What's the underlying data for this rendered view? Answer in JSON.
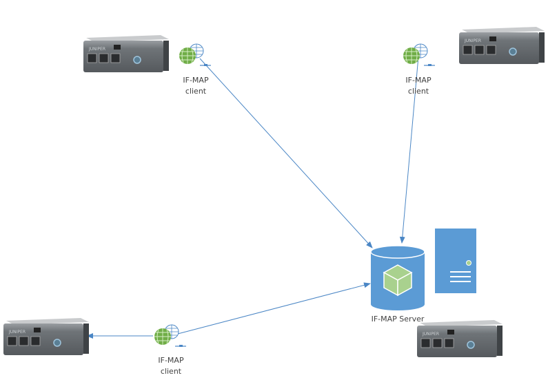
{
  "clients": [
    {
      "label_line1": "IF-MAP",
      "label_line2": "client"
    },
    {
      "label_line1": "IF-MAP",
      "label_line2": "client"
    },
    {
      "label_line1": "IF-MAP",
      "label_line2": "client"
    }
  ],
  "server": {
    "label": "IF-MAP Server"
  },
  "device_brand": "JUNIPER",
  "icons": {
    "client": "globe-network-icon",
    "server": "database-cube-icon",
    "host": "tower-server-icon",
    "device": "network-appliance-icon"
  },
  "colors": {
    "server_blue": "#5b9bd5",
    "cube_green": "#a9d18e",
    "arrow": "#4a86c5",
    "globe_green": "#70ad47"
  }
}
